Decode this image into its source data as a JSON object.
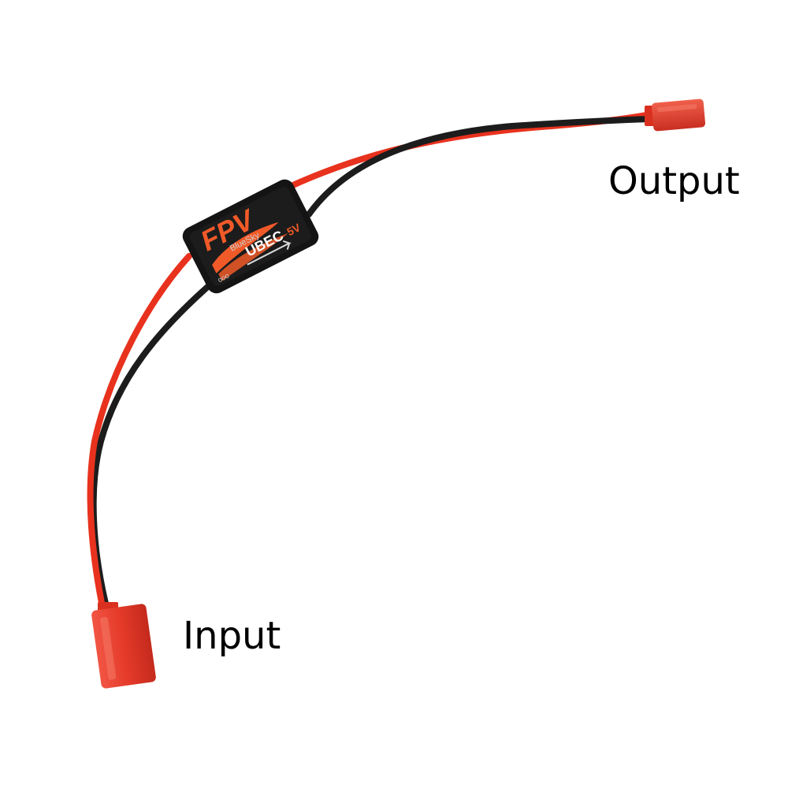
{
  "photo": {
    "labels": {
      "output": "Output",
      "input": "Input"
    },
    "module": {
      "brand_logo": "FPV",
      "series": "BlueSky",
      "model": "UBEC",
      "voltage": "5V",
      "plug_icon_text": "ooo"
    },
    "colors": {
      "background": "#ffffff",
      "red_wire": "#e8321e",
      "black_wire": "#1c1c1c",
      "connector": "#e43a2a",
      "module_body": "#141414",
      "module_accent": "#f05a28"
    }
  }
}
